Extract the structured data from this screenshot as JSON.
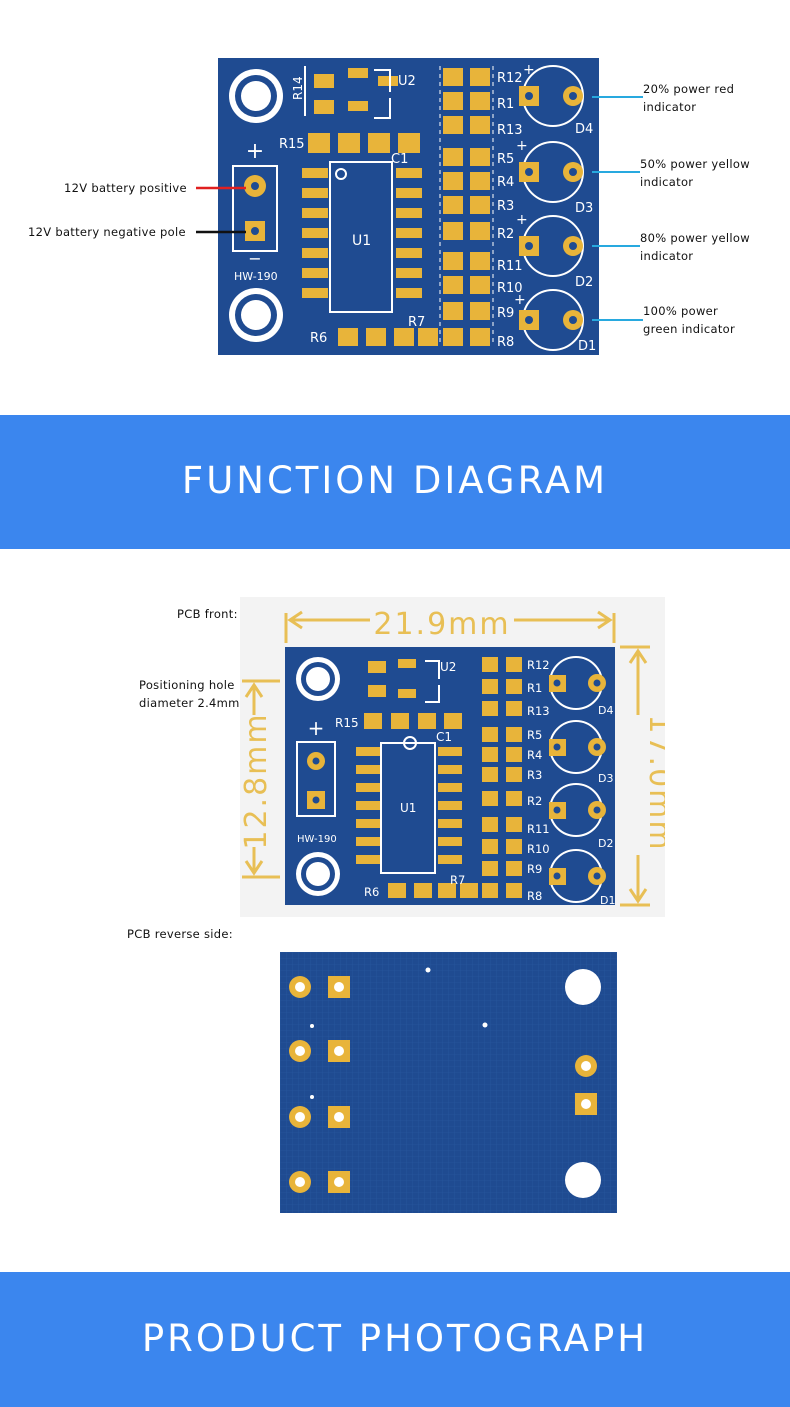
{
  "pcb": {
    "model": "HW-190",
    "plus": "+",
    "minus": "−",
    "chip": "U1",
    "designators": [
      "U2",
      "R14",
      "R15",
      "C1",
      "R12",
      "R1",
      "R13",
      "R5",
      "R4",
      "R3",
      "R2",
      "R11",
      "R10",
      "R9",
      "R8",
      "R6",
      "R7",
      "D4",
      "D3",
      "D2",
      "D1"
    ]
  },
  "function_labels": {
    "battery_positive": "12V battery positive",
    "battery_negative": "12V battery negative pole",
    "d4_line1": "20% power red",
    "d4_line2": "indicator",
    "d3_line1": "50% power yellow",
    "d3_line2": "indicator",
    "d2_line1": "80% power yellow",
    "d2_line2": "indicator",
    "d1_line1": "100% power",
    "d1_line2": "green indicator"
  },
  "banner_function": "FUNCTION DIAGRAM",
  "photo_labels": {
    "pcb_front": "PCB front:",
    "hole_line1": "Positioning hole",
    "hole_line2": "diameter 2.4mm",
    "width_dim": "21.9mm",
    "left_dim": "12.8mm",
    "right_dim": "17.0mm",
    "pcb_reverse": "PCB reverse side:"
  },
  "banner_product": "PRODUCT PHOTOGRAPH",
  "colors": {
    "pcb_blue": "#1f4b91",
    "pad_gold": "#e8b43a",
    "silkscreen": "#ffffff",
    "banner_blue": "#3b86ee",
    "dimension_gold": "#e8bf55",
    "leader_cyan": "#28a9df",
    "wire_red": "#e02020",
    "wire_black": "#111111"
  }
}
